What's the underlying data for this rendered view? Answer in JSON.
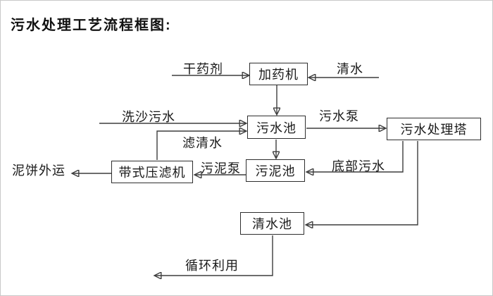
{
  "title": "污水处理工艺流程框图:",
  "diagram": {
    "nodes": {
      "dosing_machine": "加药机",
      "sewage_pool": "污水池",
      "treatment_tower": "污水处理塔",
      "sludge_pool": "污泥池",
      "belt_filter_press": "带式压滤机",
      "clean_water_pool": "清水池"
    },
    "edge_labels": {
      "dry_agent": "干药剂",
      "clean_water": "清水",
      "sand_washing_sewage": "洗沙污水",
      "filtered_water": "滤清水",
      "sewage_pump": "污水泵",
      "sludge_pump": "污泥泵",
      "bottom_sewage": "底部污水",
      "mud_cake_out": "泥饼外运",
      "recycle_use": "循环利用"
    },
    "colors": {
      "line": "#3d3d3d",
      "box_border": "#2e2e2e",
      "text": "#1a1a1a",
      "background": "#ffffff"
    }
  }
}
